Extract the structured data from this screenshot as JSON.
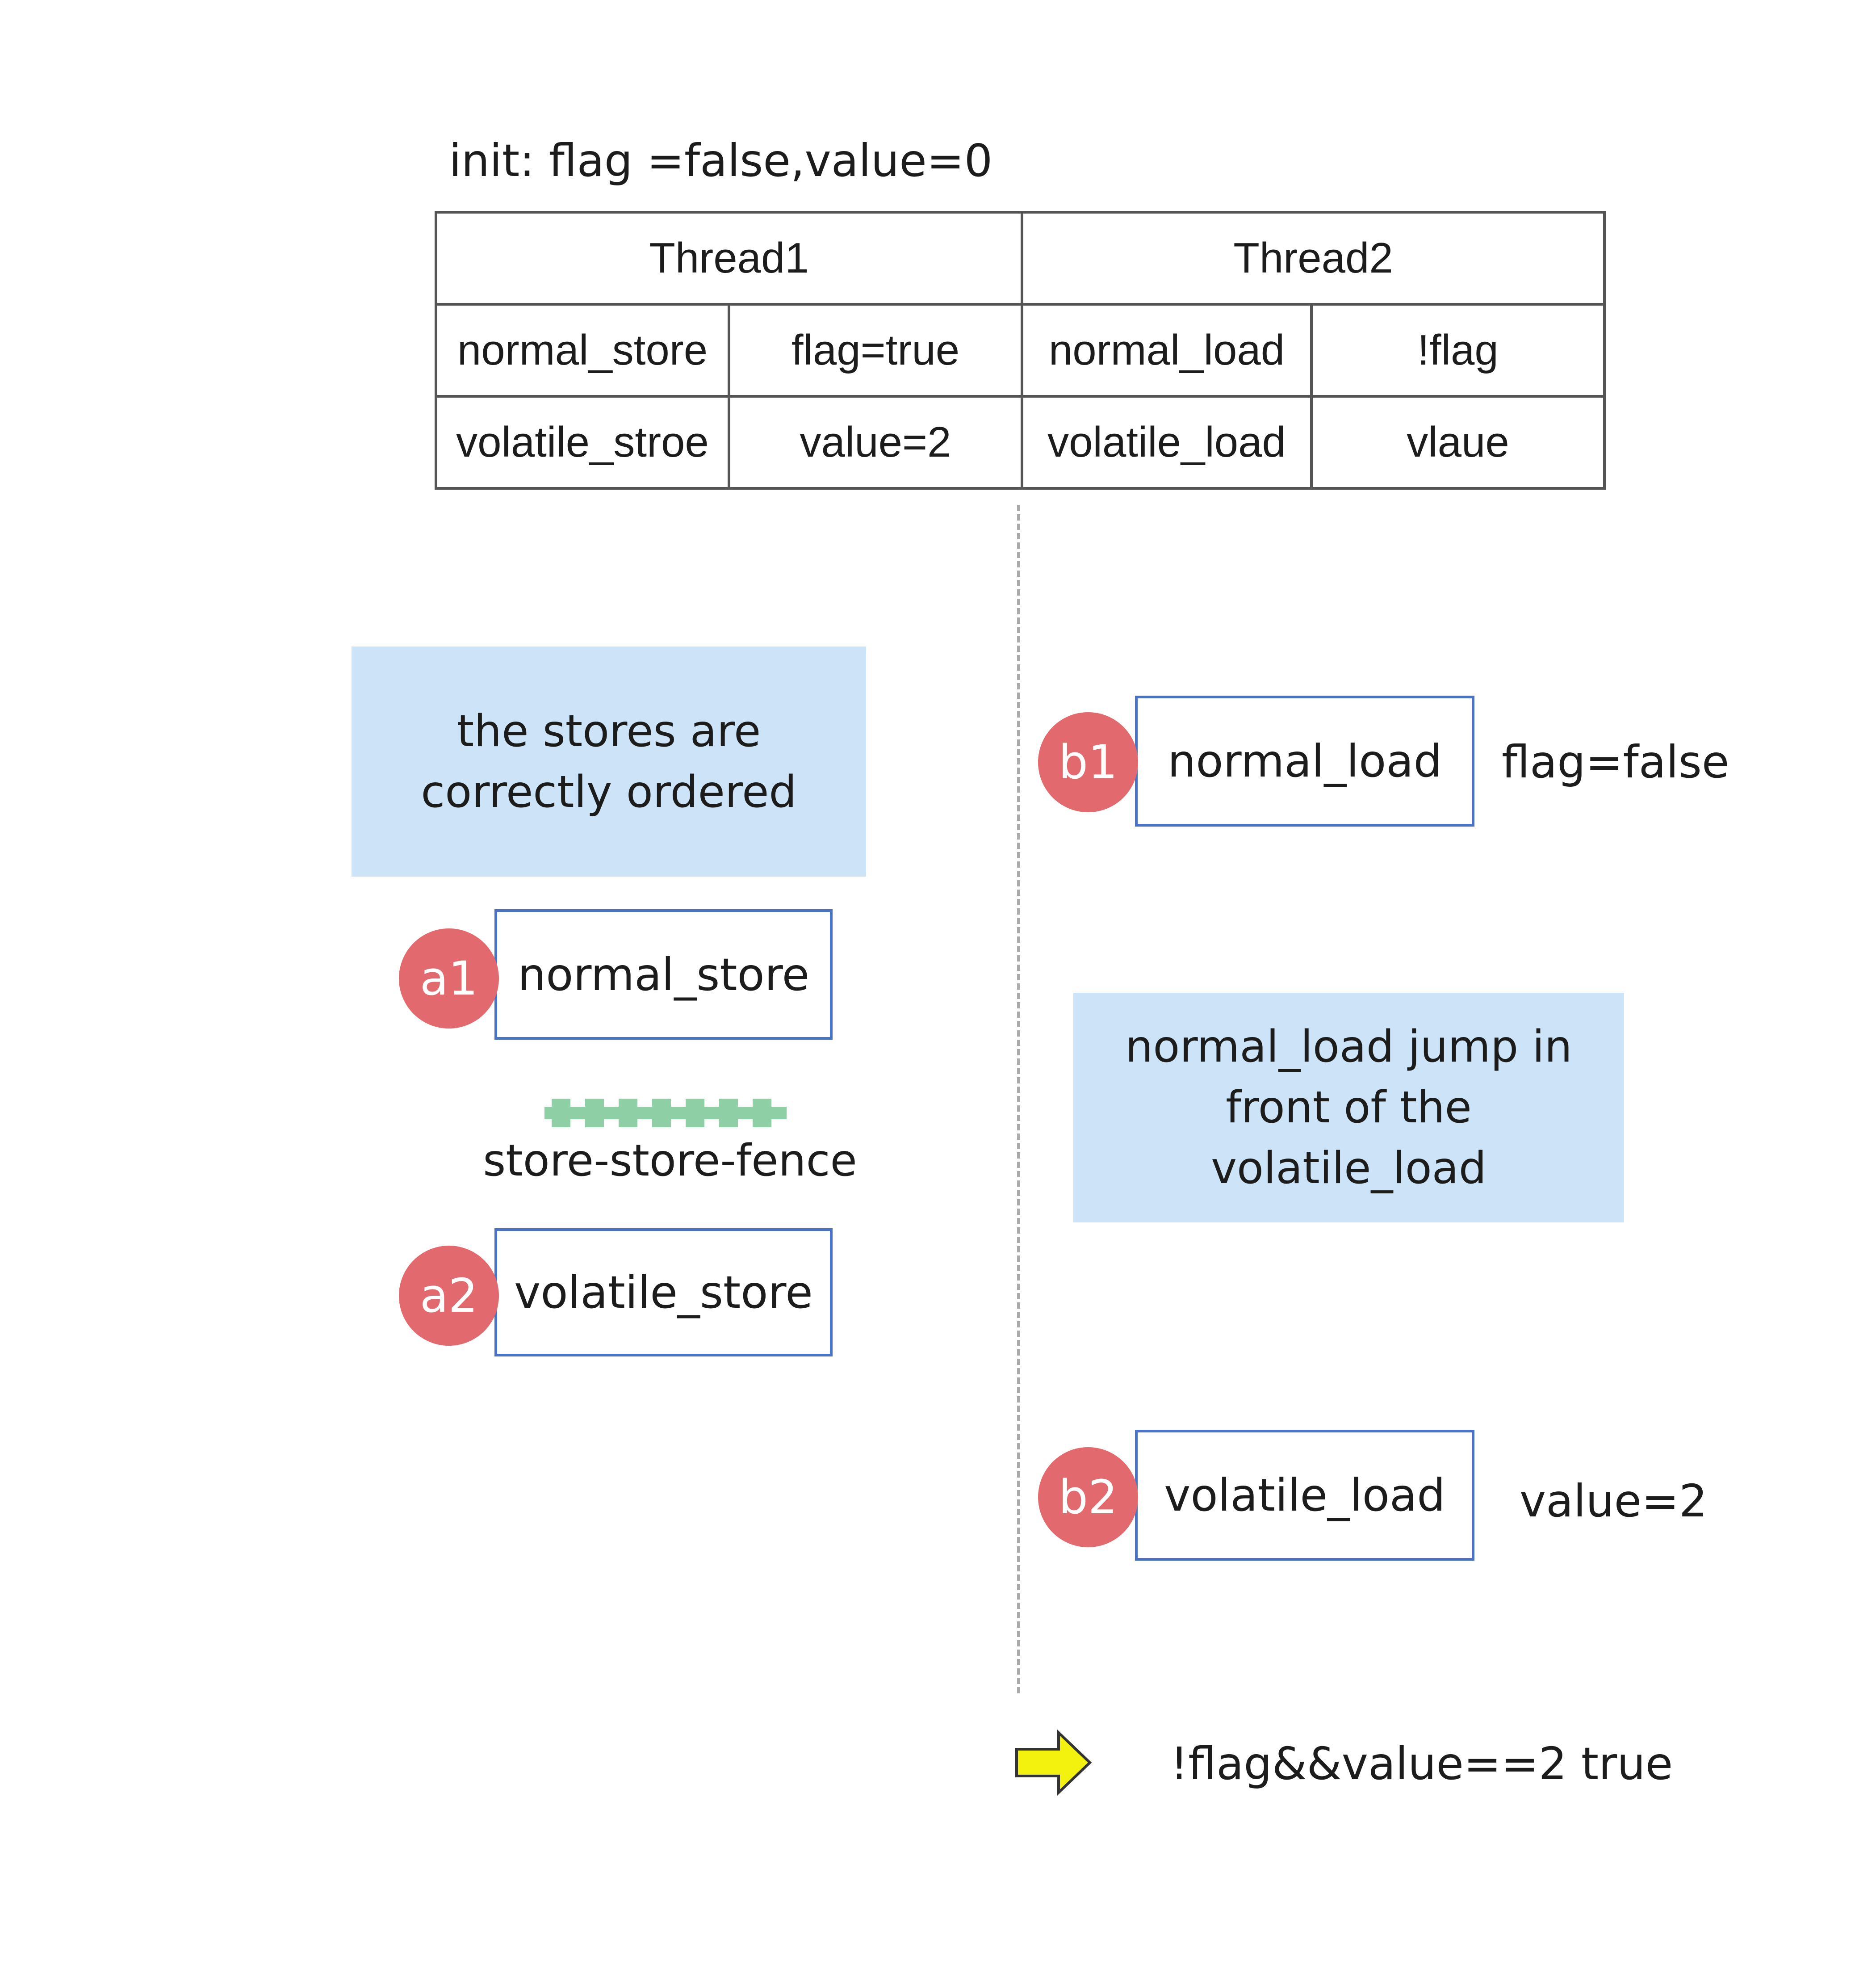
{
  "init_text": "init: flag =false,value=0",
  "table": {
    "headers": [
      "Thread1",
      "Thread2"
    ],
    "rows": [
      [
        "normal_store",
        "flag=true",
        "normal_load",
        "!flag"
      ],
      [
        "volatile_stroe",
        "value=2",
        "volatile_load",
        "vlaue"
      ]
    ]
  },
  "thread1": {
    "note": "the stores are correctly ordered",
    "a1": {
      "marker": "a1",
      "label": "normal_store"
    },
    "fence_label": "store-store-fence",
    "a2": {
      "marker": "a2",
      "label": "volatile_store"
    }
  },
  "thread2": {
    "b1": {
      "marker": "b1",
      "label": "normal_load",
      "result": "flag=false"
    },
    "note": "normal_load jump in front of the volatile_load",
    "b2": {
      "marker": "b2",
      "label": "volatile_load",
      "result": "value=2"
    }
  },
  "conclusion": "!flag&&value==2 true",
  "colors": {
    "note_bg": "#cde3f7",
    "marker": "#e26a6e",
    "box_border": "#4a72c8",
    "fence": "#8fcfa5",
    "arrow_fill": "#f2f20e",
    "divider": "#aaaaaa"
  },
  "icons": {
    "fence": "fence-icon",
    "arrow": "right-arrow-icon"
  }
}
